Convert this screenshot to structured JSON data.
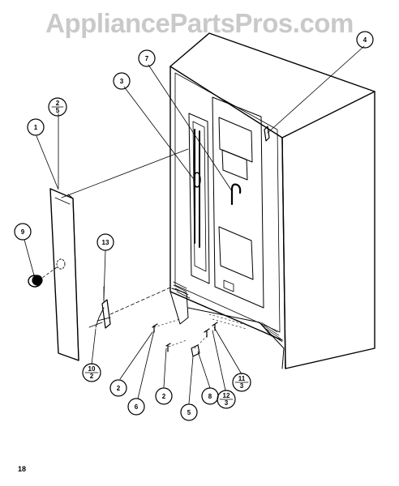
{
  "watermark": "AppliancePartsPros.com",
  "page_number": "18",
  "callouts": {
    "c1": "1",
    "c2a": "2",
    "c2b": "2",
    "c3": "3",
    "c4": "4",
    "c5": "5",
    "c6": "6",
    "c7": "7",
    "c8": "8",
    "c9": "9",
    "c13": "13",
    "f2_5": {
      "num": "2",
      "den": "5"
    },
    "f10_2": {
      "num": "10",
      "den": "2"
    },
    "f11_3": {
      "num": "11",
      "den": "3"
    },
    "f12_3": {
      "num": "12",
      "den": "3"
    }
  }
}
